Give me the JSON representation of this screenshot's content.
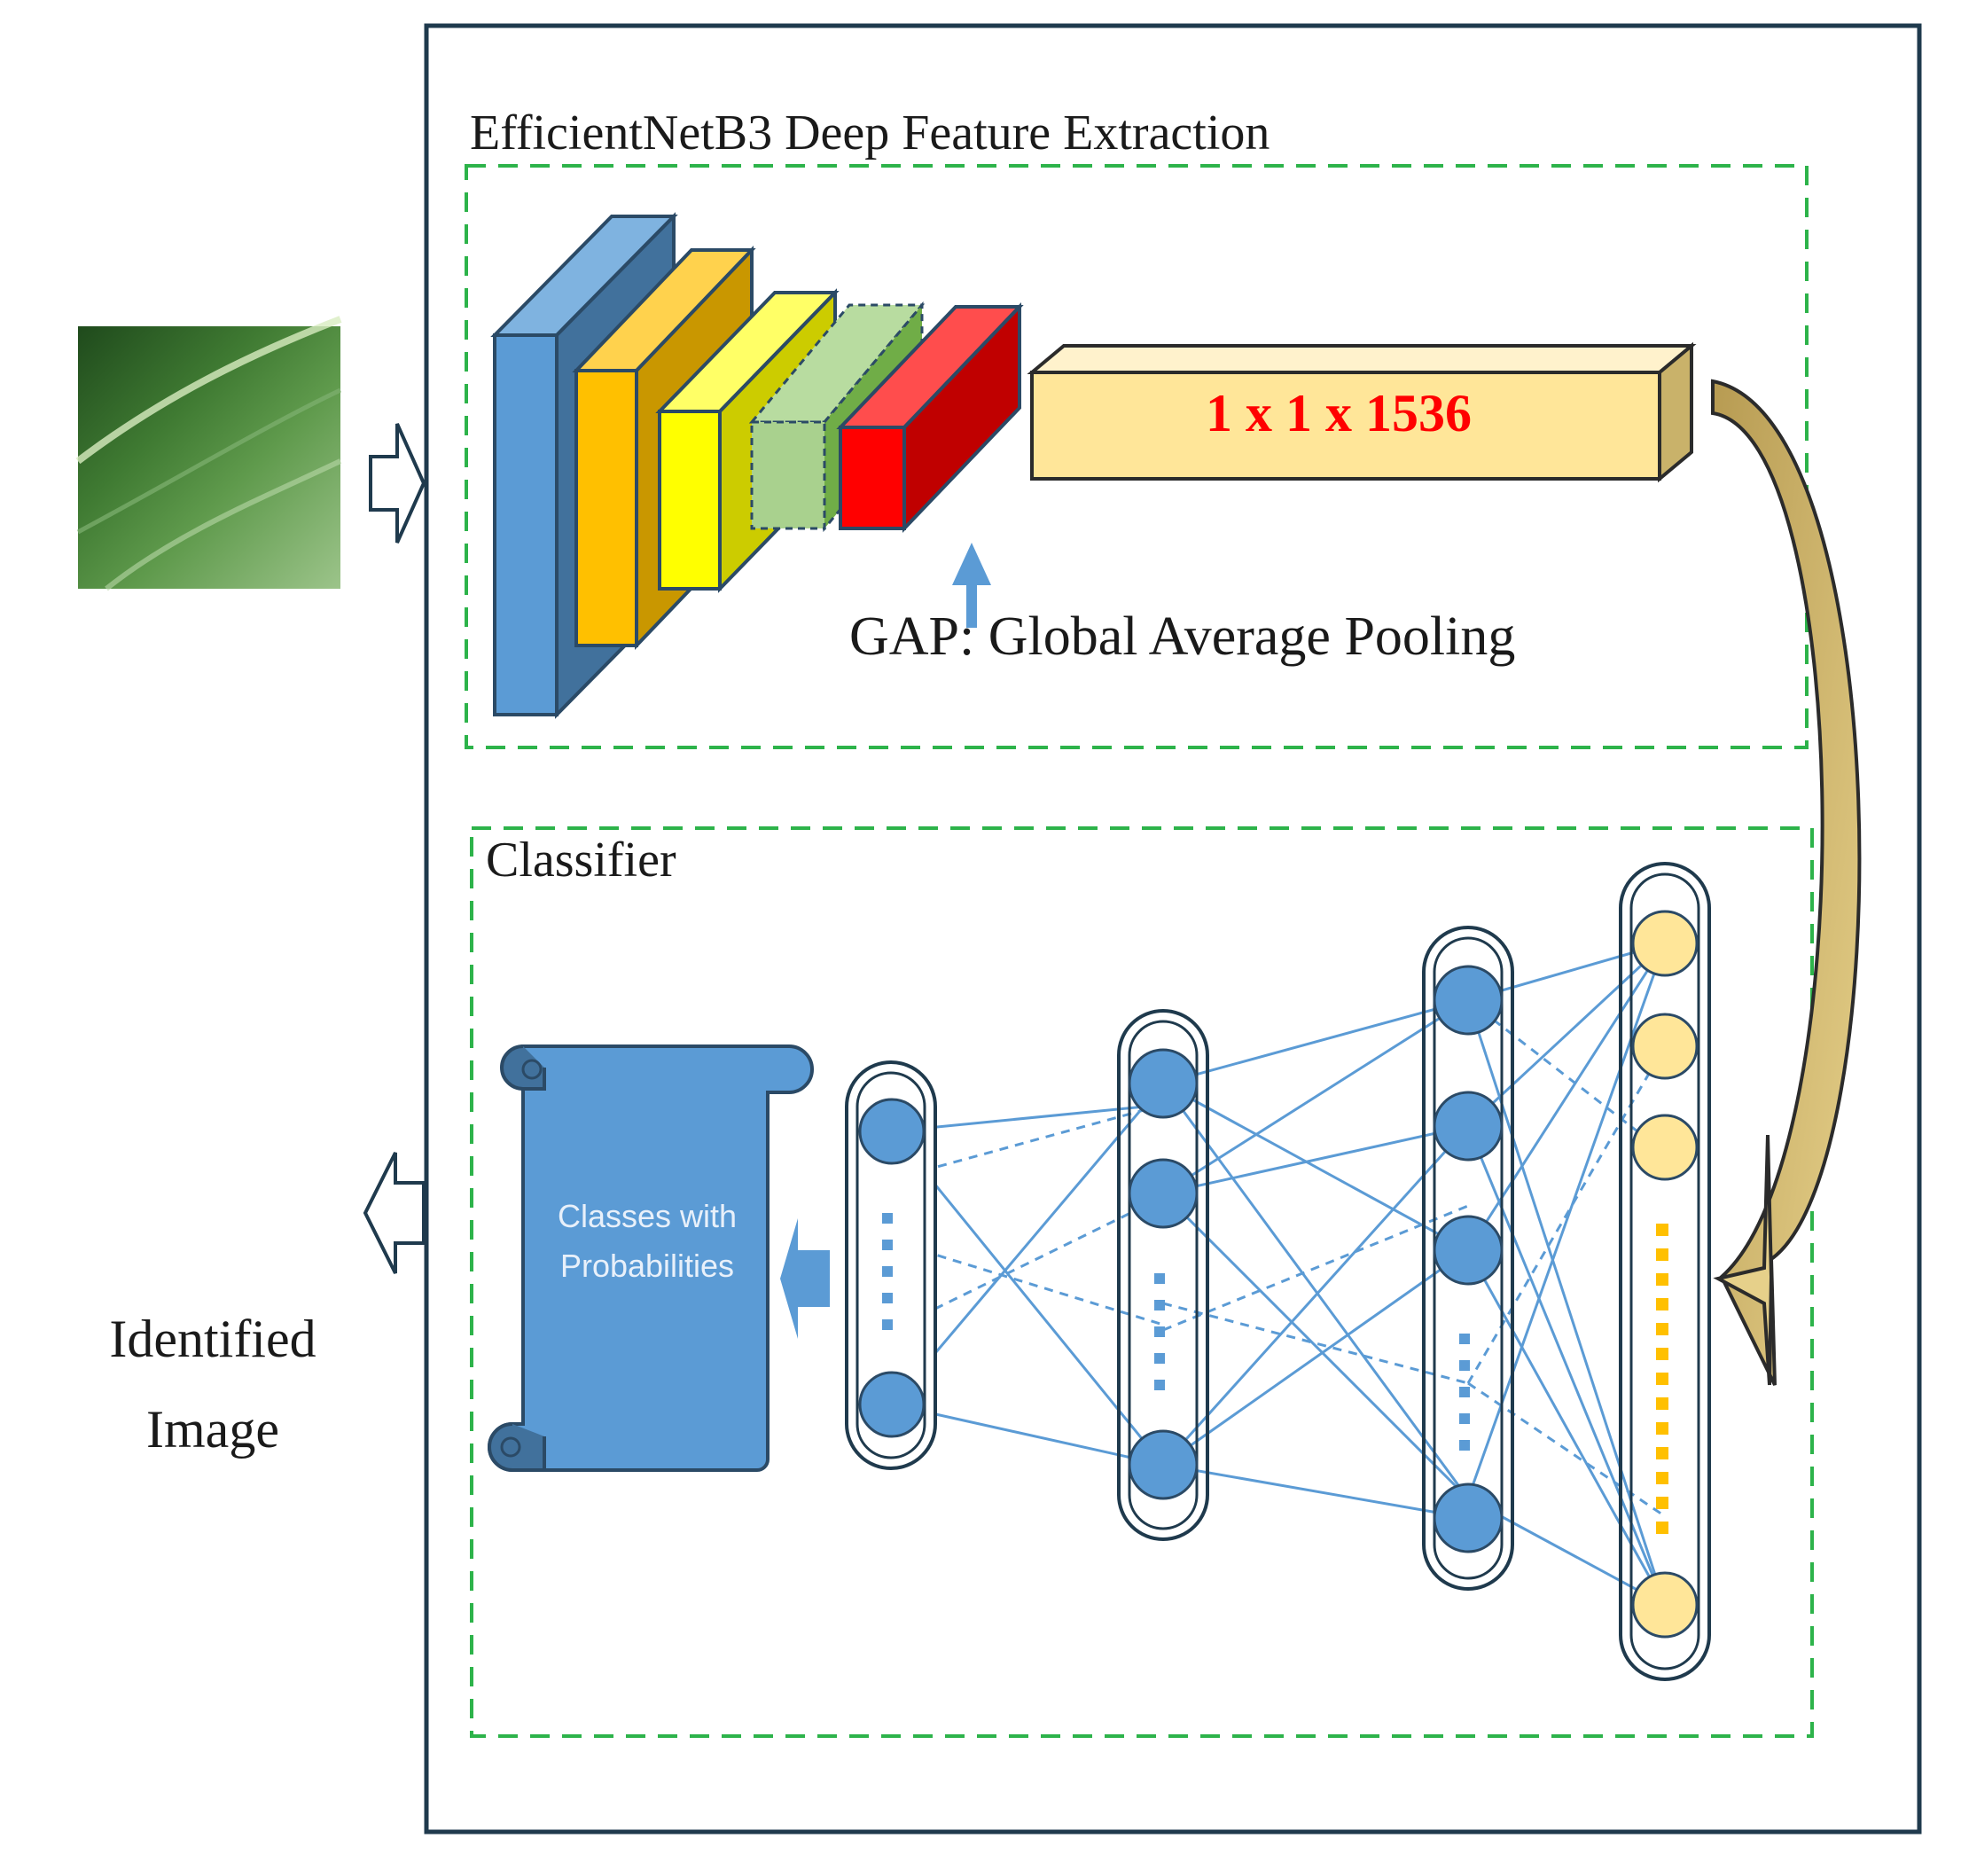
{
  "feature_extractor": {
    "title": "EfficientNetB3 Deep Feature Extraction",
    "vector_label": "1 x 1 x 1536",
    "gap_label": "GAP: Global Average Pooling"
  },
  "classifier": {
    "title": "Classifier",
    "output_label_line1": "Classes with",
    "output_label_line2": "Probabilities"
  },
  "output": {
    "label_line1": "Identified",
    "label_line2": "Image"
  },
  "colors": {
    "frame": "#1f3a4d",
    "dashed_box": "#2db34a",
    "block_blue": "#5b9bd5",
    "block_orange": "#ffc000",
    "block_yellow": "#ffff00",
    "block_green": "#a9d18e",
    "block_red": "#ff0000",
    "vector_fill": "#ffe699",
    "vector_text": "#ff0000",
    "neuron_blue": "#5b9bd5",
    "neuron_yellow": "#ffe699",
    "connection": "#5b9bd5",
    "curved_arrow": "#c9b26a",
    "scroll_fill": "#5b9bd5"
  },
  "icons": [
    "leaf-image",
    "right-arrow-icon",
    "left-arrow-icon",
    "curved-arrow-icon",
    "up-arrow-icon",
    "scroll-icon"
  ]
}
